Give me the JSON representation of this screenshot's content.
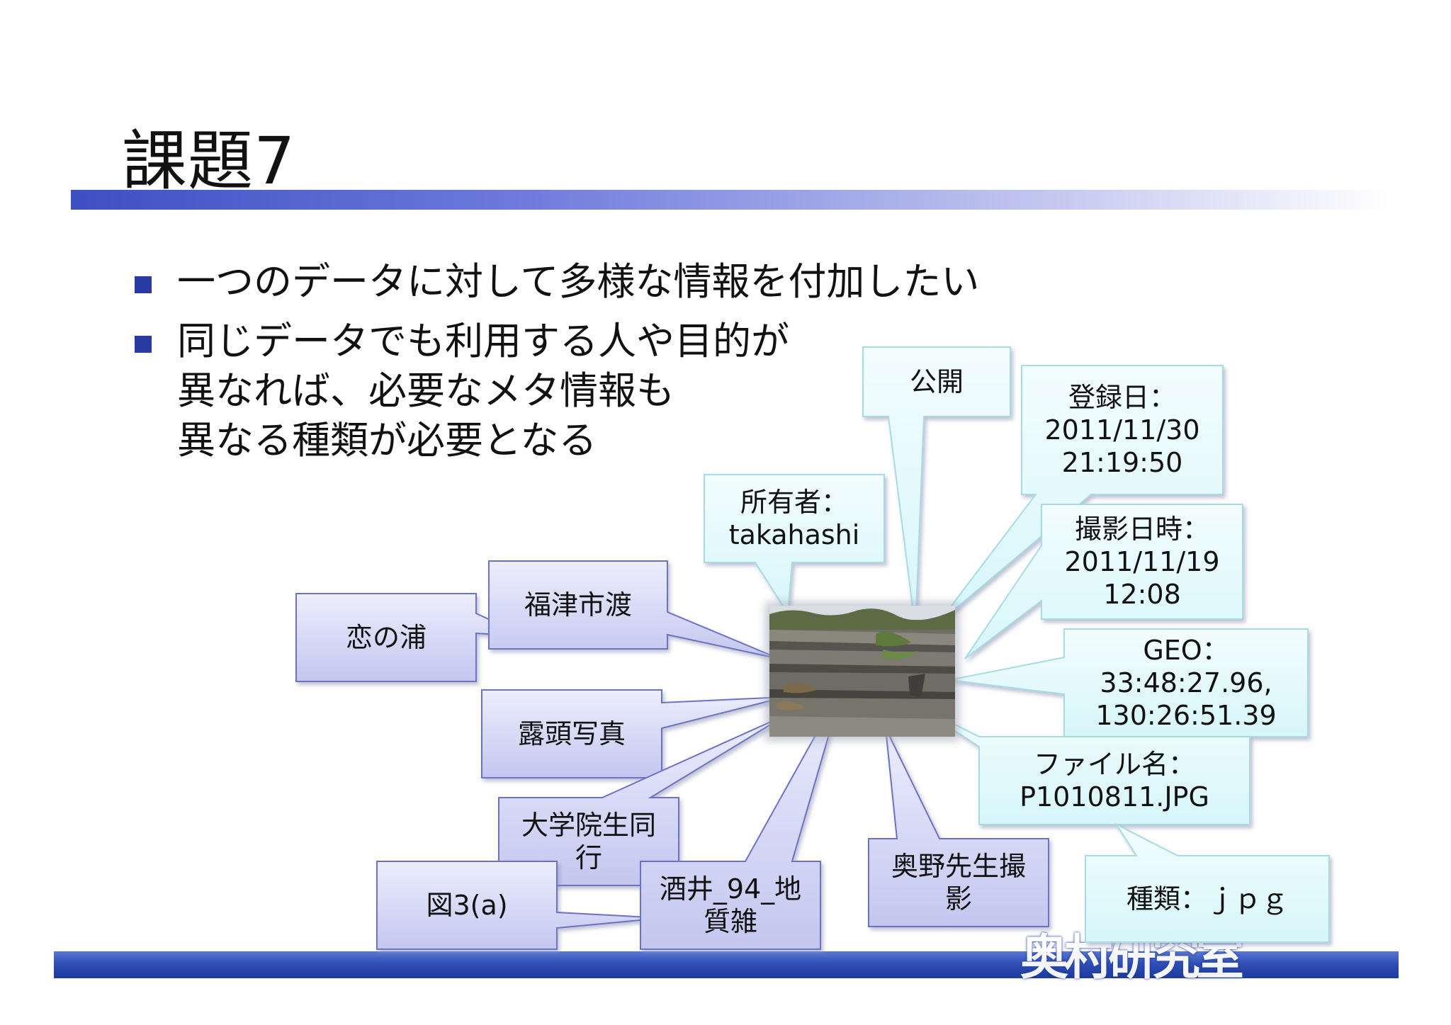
{
  "slide": {
    "title": "課題7",
    "bullets": [
      "一つのデータに対して多様な情報を付加したい",
      "同じデータでも利用する人や目的が",
      "異なれば、必要なメタ情報も",
      "異なる種類が必要となる"
    ]
  },
  "callouts": {
    "koinoura": "恋の浦",
    "fukutsu": "福津市渡",
    "rotou": "露頭写真",
    "daigakuin": "大学院生同\n行",
    "zu3a": "図3(a)",
    "sakai": "酒井_94_地\n質雑",
    "owner": "所有者：\ntakahashi",
    "public": "公開",
    "registered": "登録日：\n2011/11/30\n21:19:50",
    "shot_datetime": "撮影日時：\n2011/11/19\n12:08",
    "geo": "GEO：\n33:48:27.96,\n130:26:51.39",
    "filename": "ファイル名：\nP1010811.JPG",
    "okuno": "奥野先生撮\n影",
    "kind": "種類：ｊｐｇ"
  },
  "footer": {
    "logo_text": "奥村研究室"
  },
  "colors": {
    "accent_blue": "#2a3aa3",
    "purple_box": "#c9cdf2",
    "cyan_box": "#dff8fb"
  }
}
